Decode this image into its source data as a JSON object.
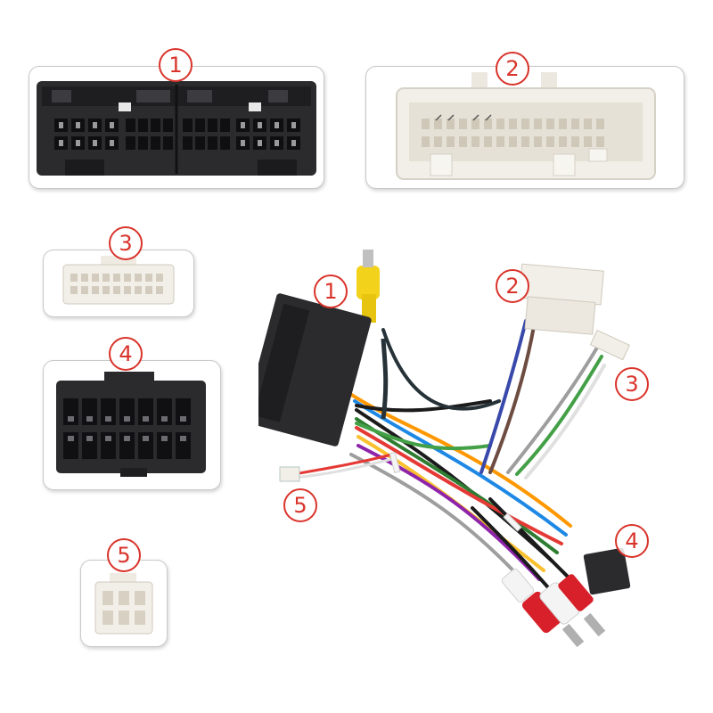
{
  "panels": [
    {
      "id": "1",
      "label": "1"
    },
    {
      "id": "2",
      "label": "2"
    },
    {
      "id": "3",
      "label": "3"
    },
    {
      "id": "4",
      "label": "4"
    },
    {
      "id": "5",
      "label": "5"
    }
  ],
  "harness_labels": [
    "1",
    "2",
    "3",
    "4",
    "5"
  ],
  "colors": {
    "badge_red": "#d9342b",
    "connector_black": "#2b2b2e",
    "connector_white": "#f2efe9",
    "rca_yellow": "#f2d21a",
    "rca_red": "#d8202a",
    "rca_white": "#f4f4f4"
  }
}
